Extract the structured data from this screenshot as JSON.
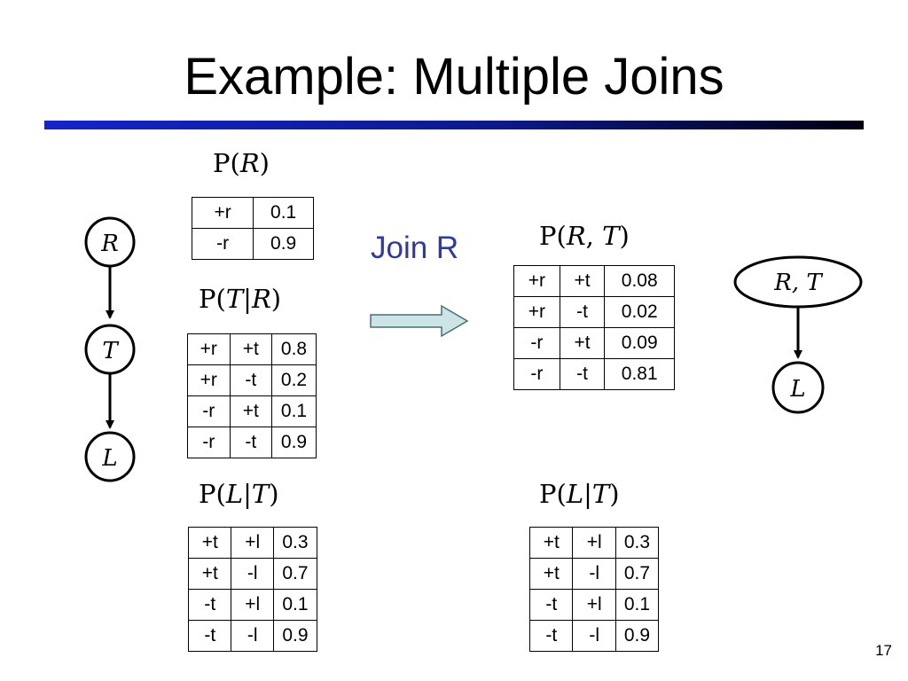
{
  "title": "Example: Multiple Joins",
  "join_label": "Join R",
  "page_number": "17",
  "left_graph": {
    "nodes": [
      "R",
      "T",
      "L"
    ]
  },
  "right_graph": {
    "nodes": [
      "R, T",
      "L"
    ]
  },
  "tables": {
    "p_r": {
      "label_func": "P(",
      "label_var": "R",
      "label_close": ")",
      "rows": [
        [
          "+r",
          "0.1"
        ],
        [
          "-r",
          "0.9"
        ]
      ]
    },
    "p_t_given_r": {
      "label_func": "P(",
      "label_var": "T",
      "label_bar": "|",
      "label_cond": "R",
      "label_close": ")",
      "rows": [
        [
          "+r",
          "+t",
          "0.8"
        ],
        [
          "+r",
          "-t",
          "0.2"
        ],
        [
          "-r",
          "+t",
          "0.1"
        ],
        [
          "-r",
          "-t",
          "0.9"
        ]
      ]
    },
    "p_l_given_t_left": {
      "label_func": "P(",
      "label_var": "L",
      "label_bar": "|",
      "label_cond": "T",
      "label_close": ")",
      "rows": [
        [
          "+t",
          "+l",
          "0.3"
        ],
        [
          "+t",
          "-l",
          "0.7"
        ],
        [
          "-t",
          "+l",
          "0.1"
        ],
        [
          "-t",
          "-l",
          "0.9"
        ]
      ]
    },
    "p_rt": {
      "label_func": "P(",
      "label_var": "R",
      "label_comma": ", ",
      "label_var2": "T",
      "label_close": ")",
      "rows": [
        [
          "+r",
          "+t",
          "0.08"
        ],
        [
          "+r",
          "-t",
          "0.02"
        ],
        [
          "-r",
          "+t",
          "0.09"
        ],
        [
          "-r",
          "-t",
          "0.81"
        ]
      ]
    },
    "p_l_given_t_right": {
      "label_func": "P(",
      "label_var": "L",
      "label_bar": "|",
      "label_cond": "T",
      "label_close": ")",
      "rows": [
        [
          "+t",
          "+l",
          "0.3"
        ],
        [
          "+t",
          "-l",
          "0.7"
        ],
        [
          "-t",
          "+l",
          "0.1"
        ],
        [
          "-t",
          "-l",
          "0.9"
        ]
      ]
    }
  }
}
